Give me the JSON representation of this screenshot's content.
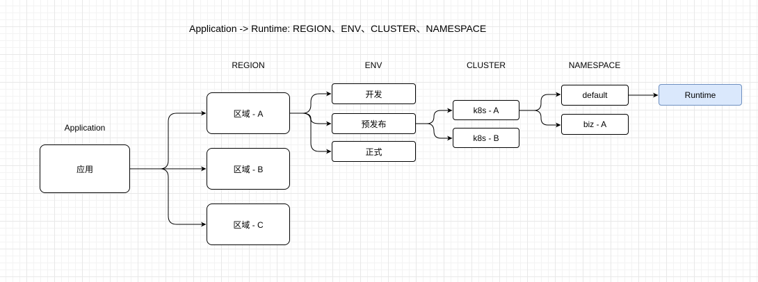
{
  "title": "Application -> Runtime:  REGION、ENV、CLUSTER、NAMESPACE",
  "headers": {
    "application": "Application",
    "region": "REGION",
    "env": "ENV",
    "cluster": "CLUSTER",
    "namespace": "NAMESPACE"
  },
  "nodes": {
    "app": "应用",
    "region_a": "区域 - A",
    "region_b": "区域 - B",
    "region_c": "区域 - C",
    "env_dev": "开发",
    "env_pre": "预发布",
    "env_prod": "正式",
    "cluster_a": "k8s - A",
    "cluster_b": "k8s - B",
    "ns_default": "default",
    "ns_biz": "biz - A",
    "runtime": "Runtime"
  },
  "colors": {
    "runtime_fill": "#dae8fc",
    "runtime_stroke": "#6c8ebf",
    "grid": "#e8e8e8"
  }
}
